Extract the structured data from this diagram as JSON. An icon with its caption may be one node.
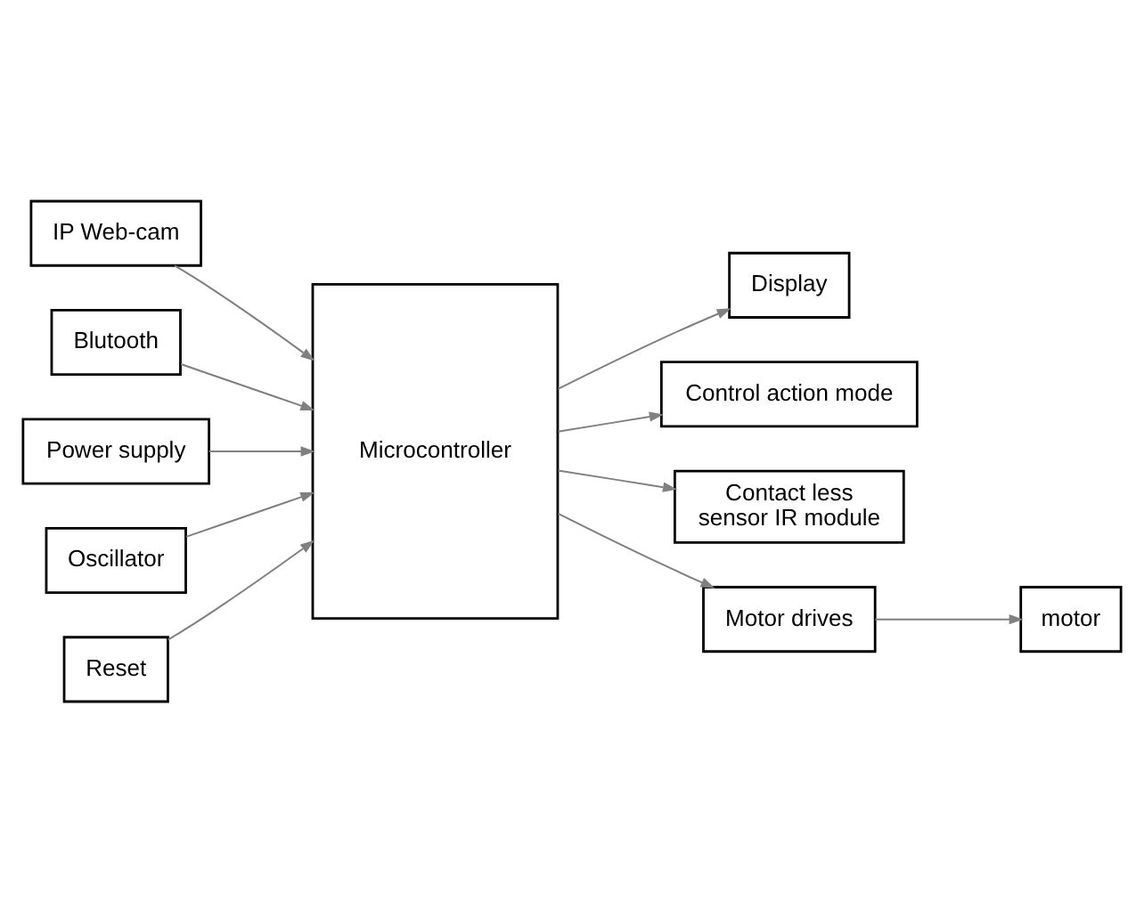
{
  "diagram": {
    "nodes": [
      {
        "text": [
          "IP Web-cam"
        ]
      },
      {
        "text": [
          "Display"
        ]
      },
      {
        "text": [
          "Blutooth"
        ]
      },
      {
        "text": [
          "Power supply"
        ]
      },
      {
        "text": [
          "Oscillator"
        ]
      },
      {
        "text": [
          "Reset"
        ]
      },
      {
        "text": [
          "Microcontroller"
        ]
      },
      {
        "text": [
          "Control action mode"
        ]
      },
      {
        "text": [
          "Contact less sensor IR module"
        ]
      },
      {
        "text": [
          "Motor drives"
        ]
      },
      {
        "text": [
          "motor"
        ]
      }
    ],
    "edges": [
      {
        "from": 0,
        "to": 6,
        "arrow": "to"
      },
      {
        "from": 6,
        "to": 1,
        "arrow": "to"
      },
      {
        "from": 2,
        "to": 6,
        "arrow": "to"
      },
      {
        "from": 3,
        "to": 6,
        "arrow": "to"
      },
      {
        "from": 4,
        "to": 6,
        "arrow": "to"
      },
      {
        "from": 5,
        "to": 6,
        "arrow": "to"
      },
      {
        "from": 6,
        "to": 7,
        "arrow": "to"
      },
      {
        "from": 6,
        "to": 8,
        "arrow": "to"
      },
      {
        "from": 6,
        "to": 9,
        "arrow": "to"
      },
      {
        "from": 9,
        "to": 10,
        "arrow": "to"
      }
    ]
  }
}
